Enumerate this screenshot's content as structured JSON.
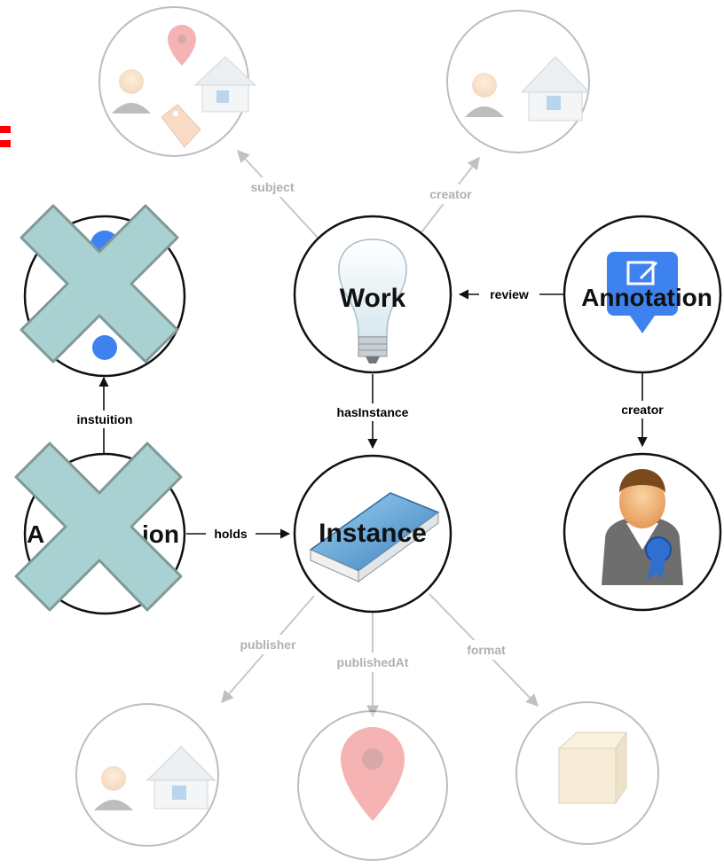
{
  "nodes": {
    "work": {
      "label": "Work"
    },
    "annotation": {
      "label": "Annotation"
    },
    "instance": {
      "label": "Instance"
    },
    "annotation_partial": {
      "label": "A",
      "label_tail": "ion"
    }
  },
  "edges": {
    "subject": "subject",
    "creator_top": "creator",
    "review": "review",
    "creator_right": "creator",
    "hasInstance": "hasInstance",
    "instuition": "instuition",
    "holds": "holds",
    "publisher": "publisher",
    "publishedAt": "publishedAt",
    "format": "format"
  },
  "colors": {
    "cross": "#a9d1d1",
    "cross_outline": "#7f9999",
    "faded": "#b0b0b0",
    "edge": "#111111",
    "accent_red": "#ff0000"
  },
  "icons": [
    "person-icon",
    "house-icon",
    "map-pin-icon",
    "tag-icon",
    "lightbulb-icon",
    "edit-icon",
    "book-icon",
    "award-person-icon",
    "box-icon"
  ]
}
